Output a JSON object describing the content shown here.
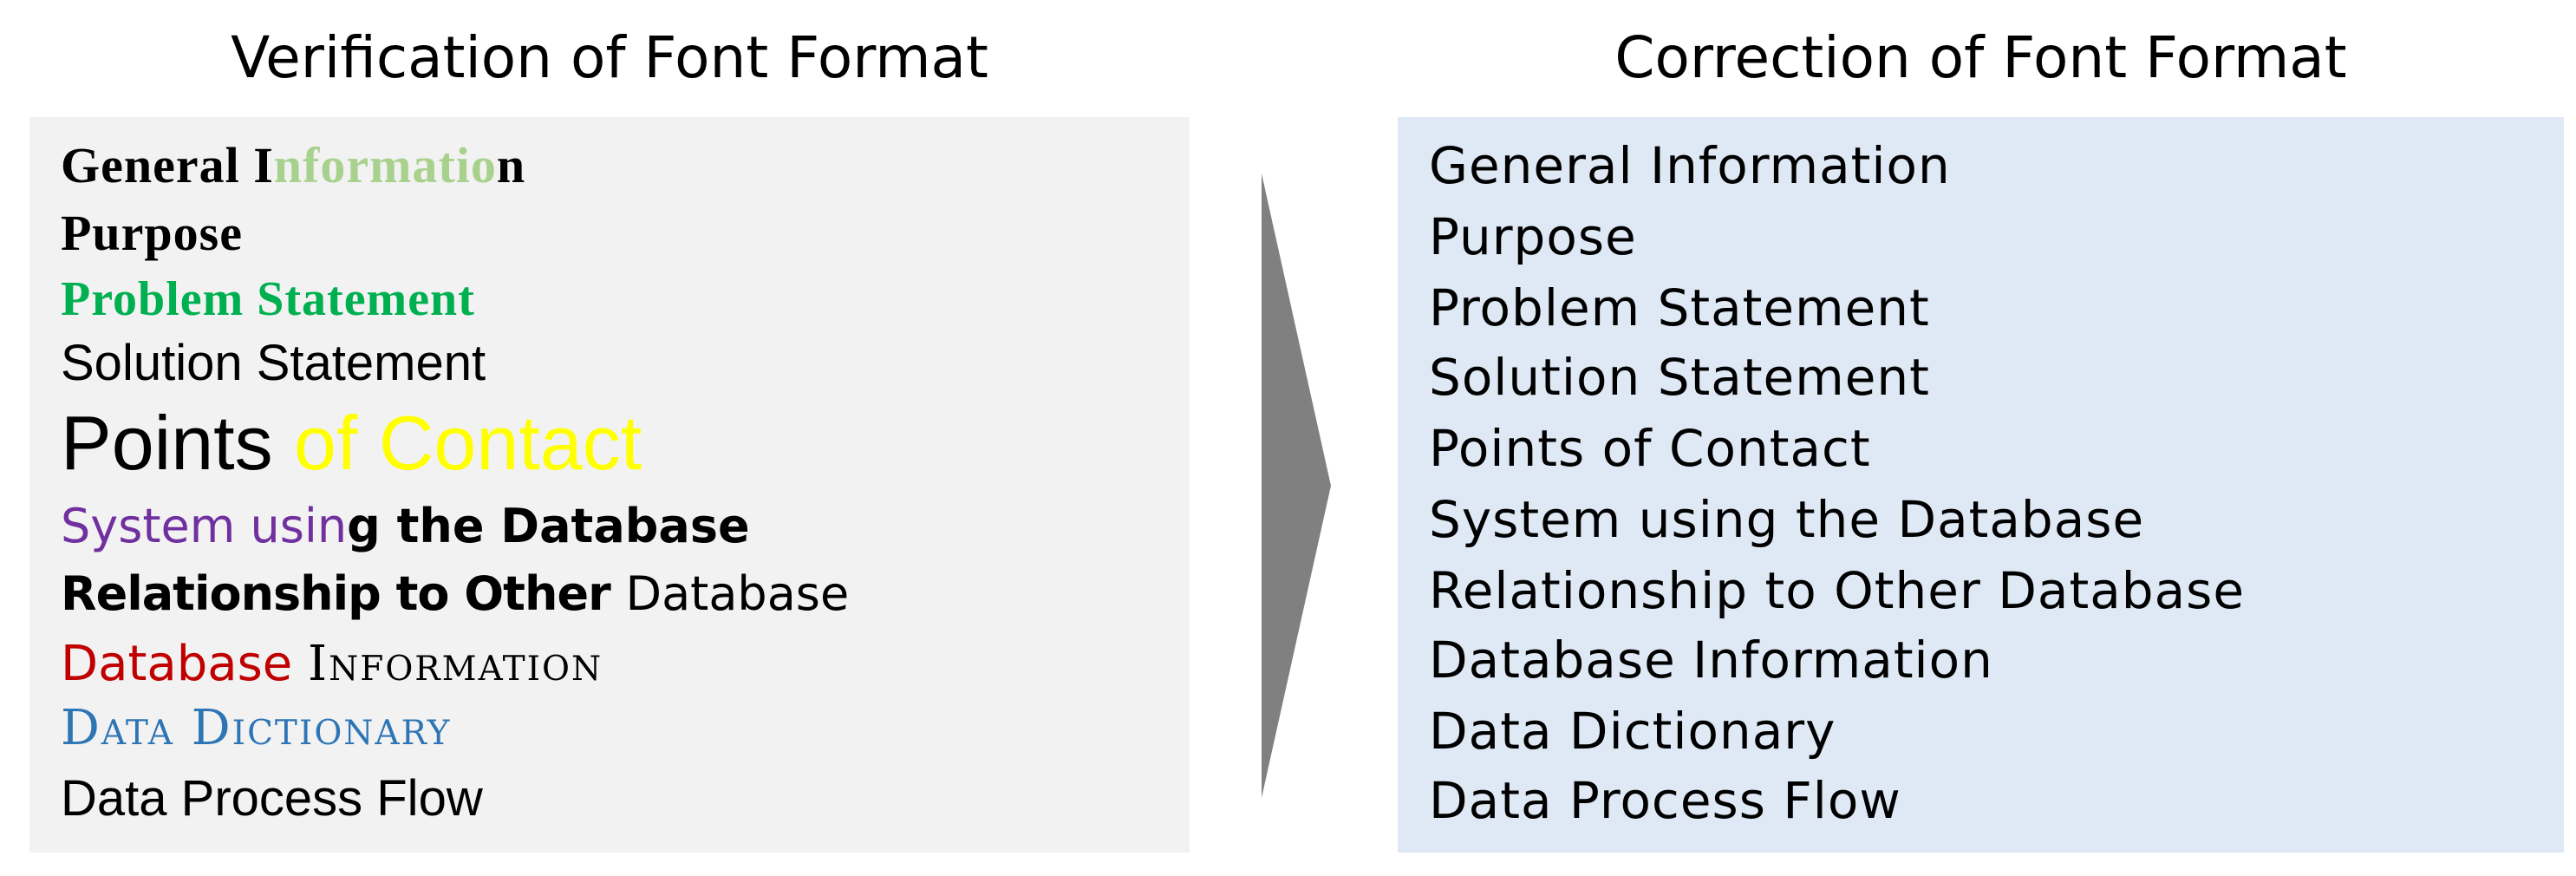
{
  "left": {
    "title": "Verification of Font Format",
    "general_a": "General I",
    "general_b": "nformatio",
    "general_c": "n",
    "purpose": "Purpose",
    "problem": "Problem Statement",
    "solution": "Solution Statement",
    "points_a": "Points ",
    "points_b": "of Contact",
    "system_a": "System usin",
    "system_b": "g the Database",
    "relation_a": "Relationship to Other ",
    "relation_b": "Database",
    "dbinfo_a": "Database ",
    "dbinfo_b": "Information",
    "dictionary": "Data Dictionary",
    "flow": "Data Process Flow"
  },
  "right": {
    "title": "Correction of Font Format",
    "items": [
      "General Information",
      "Purpose",
      "Problem Statement",
      "Solution Statement",
      "Points of Contact",
      "System using the Database",
      "Relationship to Other Database",
      "Database Information",
      "Data Dictionary",
      "Data Process Flow"
    ]
  },
  "colors": {
    "left_panel_bg": "#f2f2f2",
    "right_panel_bg": "#dee9f5",
    "arrow": "#808080",
    "green": "#00b050",
    "light_green": "#a9d18e",
    "yellow": "#ffff00",
    "purple": "#7030a0",
    "red": "#c00000",
    "blue": "#2e75b6"
  }
}
